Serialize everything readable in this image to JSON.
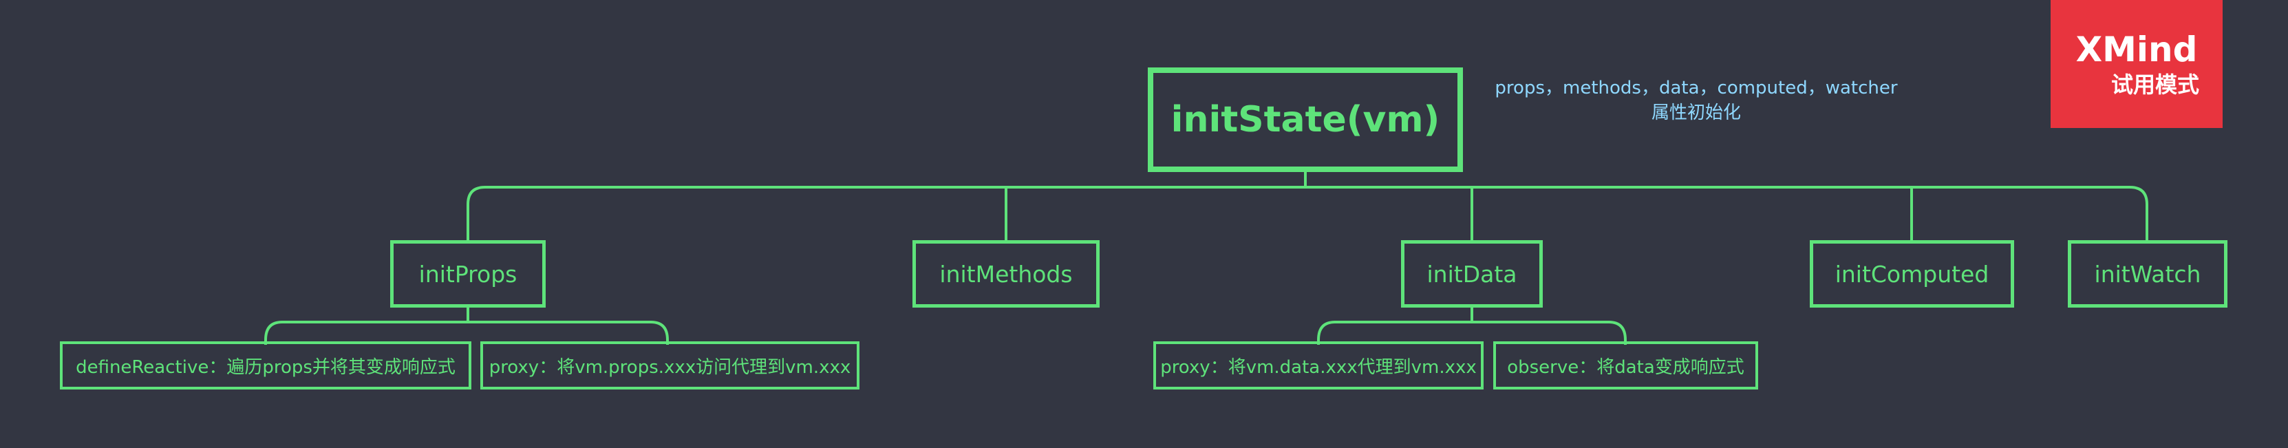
{
  "root": {
    "label": "initState(vm)"
  },
  "note": {
    "line1": "props，methods，data，computed，watcher",
    "line2": "属性初始化"
  },
  "branches": [
    {
      "label": "initProps",
      "children": [
        "defineReactive：遍历props并将其变成响应式",
        "proxy：将vm.props.xxx访问代理到vm.xxx"
      ]
    },
    {
      "label": "initMethods",
      "children": []
    },
    {
      "label": "initData",
      "children": [
        "proxy：将vm.data.xxx代理到vm.xxx",
        "observe：将data变成响应式"
      ]
    },
    {
      "label": "initComputed",
      "children": []
    },
    {
      "label": "initWatch",
      "children": []
    }
  ],
  "watermark": {
    "brand": "XMind",
    "sub": "试用模式"
  },
  "colors": {
    "background": "#333642",
    "node": "#5ee37a",
    "note": "#8fd8ff",
    "watermark": "#e8343e"
  }
}
